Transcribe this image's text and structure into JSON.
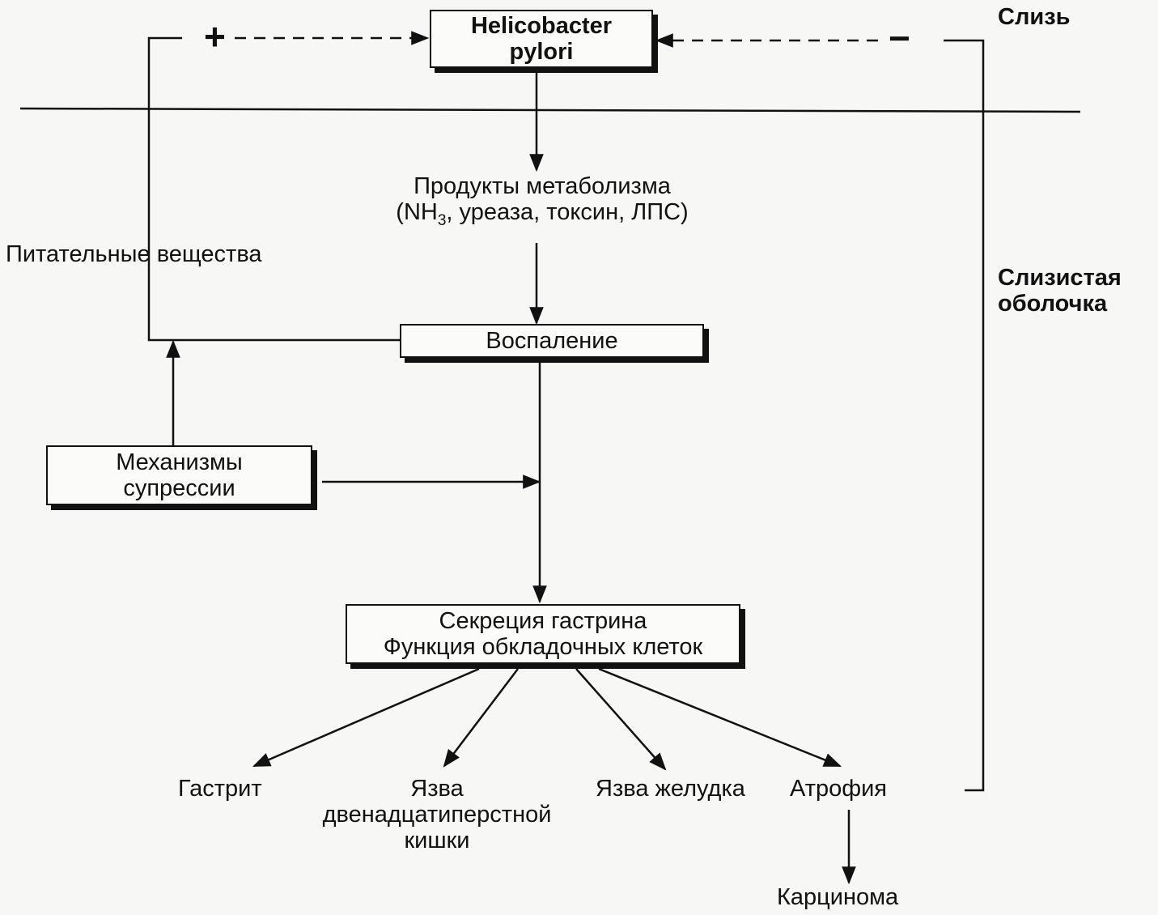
{
  "layers": {
    "mucus": "Слизь",
    "mucosa_line1": "Слизистая",
    "mucosa_line2": "оболочка"
  },
  "nodes": {
    "hp_line1": "Helicobacter",
    "hp_line2": "pylori",
    "metab_line1": "Продукты метаболизма",
    "metab_line2_pre": "(NH",
    "metab_line2_sub": "3",
    "metab_line2_post": ", уреаза, токсин, ЛПС)",
    "nutrients": "Питательные вещества",
    "inflammation": "Воспаление",
    "suppression_line1": "Механизмы",
    "suppression_line2": "супрессии",
    "secretion_line1": "Секреция гастрина",
    "secretion_line2": "Функция обкладочных клеток",
    "gastritis": "Гастрит",
    "duodenal_line1": "Язва",
    "duodenal_line2": "двенадцатиперстной",
    "duodenal_line3": "кишки",
    "gastric_ulcer": "Язва желудка",
    "atrophy": "Атрофия",
    "carcinoma": "Карцинома"
  },
  "signs": {
    "positive": "+",
    "negative": "−"
  }
}
